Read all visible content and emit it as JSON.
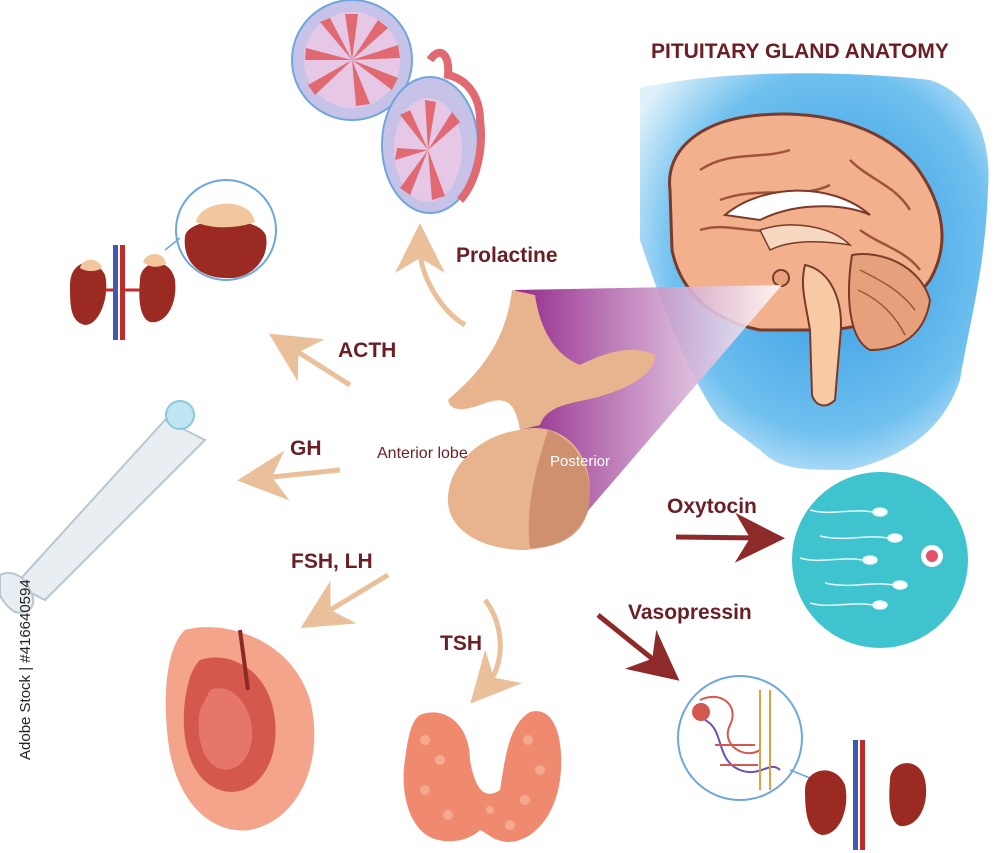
{
  "title": "PITUITARY GLAND ANATOMY",
  "pituitary": {
    "anterior_label": "Anterior lobe",
    "posterior_label": "Posterior"
  },
  "hormones": {
    "prolactine": "Prolactine",
    "acth": "ACTH",
    "gh": "GH",
    "fsh_lh": "FSH, LH",
    "tsh": "TSH",
    "oxytocin": "Oxytocin",
    "vasopressin": "Vasopressin"
  },
  "stock_id": "Adobe Stock | #416640594",
  "colors": {
    "label": "#6b1f24",
    "arrow_anterior": "#e9c09a",
    "arrow_posterior": "#8e2a2a",
    "gland": "#e8b48e",
    "posterior_beam": "#9b2f8c",
    "brain_bg": "#3ea6e6",
    "cell_circle": "#3fc3cf",
    "kidney": "#9a2a22"
  }
}
